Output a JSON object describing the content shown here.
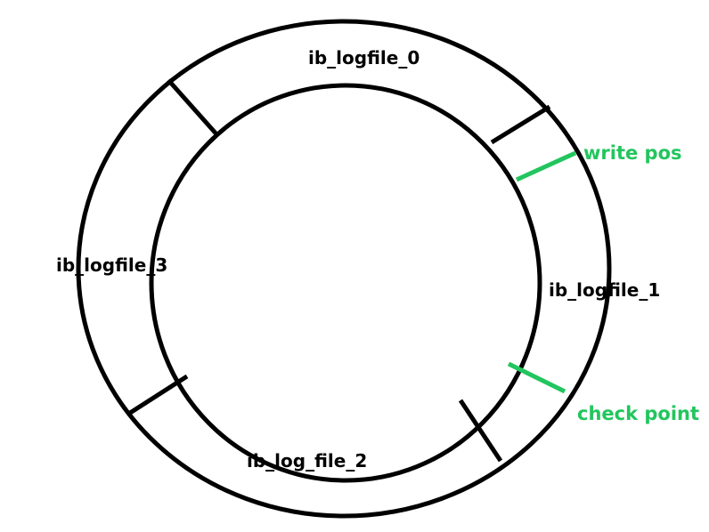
{
  "colors": {
    "ring": "#000000",
    "marker": "#22c55e"
  },
  "segments": [
    {
      "label": "ib_logfile_0"
    },
    {
      "label": "ib_logfile_1"
    },
    {
      "label": "ib_log_file_2"
    },
    {
      "label": "ib_logfile_3"
    }
  ],
  "markers": {
    "write_pos": {
      "label": "write pos"
    },
    "check_point": {
      "label": "check point"
    }
  }
}
